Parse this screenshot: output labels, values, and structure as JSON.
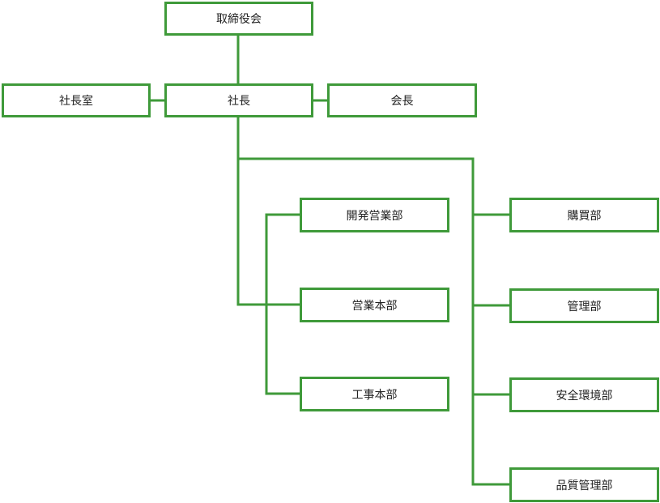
{
  "style": {
    "line_color": "#3f9a3a",
    "box_fill": "#ffffff",
    "text_color": "#222222"
  },
  "nodes": {
    "board": "取締役会",
    "president_office": "社長室",
    "president": "社長",
    "chairman": "会長",
    "dev_sales": "開発営業部",
    "sales_hq": "営業本部",
    "construction_hq": "工事本部",
    "purchasing": "購買部",
    "management": "管理部",
    "safety_env": "安全環境部",
    "quality": "品質管理部"
  },
  "relations": [
    {
      "from": "board",
      "to": "president"
    },
    {
      "from": "president",
      "to": "president_office"
    },
    {
      "from": "president",
      "to": "chairman"
    },
    {
      "from": "president",
      "to": "sales_hq"
    },
    {
      "from": "sales_hq",
      "to": "dev_sales"
    },
    {
      "from": "sales_hq",
      "to": "construction_hq"
    },
    {
      "from": "president",
      "to": "purchasing"
    },
    {
      "from": "president",
      "to": "management"
    },
    {
      "from": "president",
      "to": "safety_env"
    },
    {
      "from": "president",
      "to": "quality"
    }
  ]
}
